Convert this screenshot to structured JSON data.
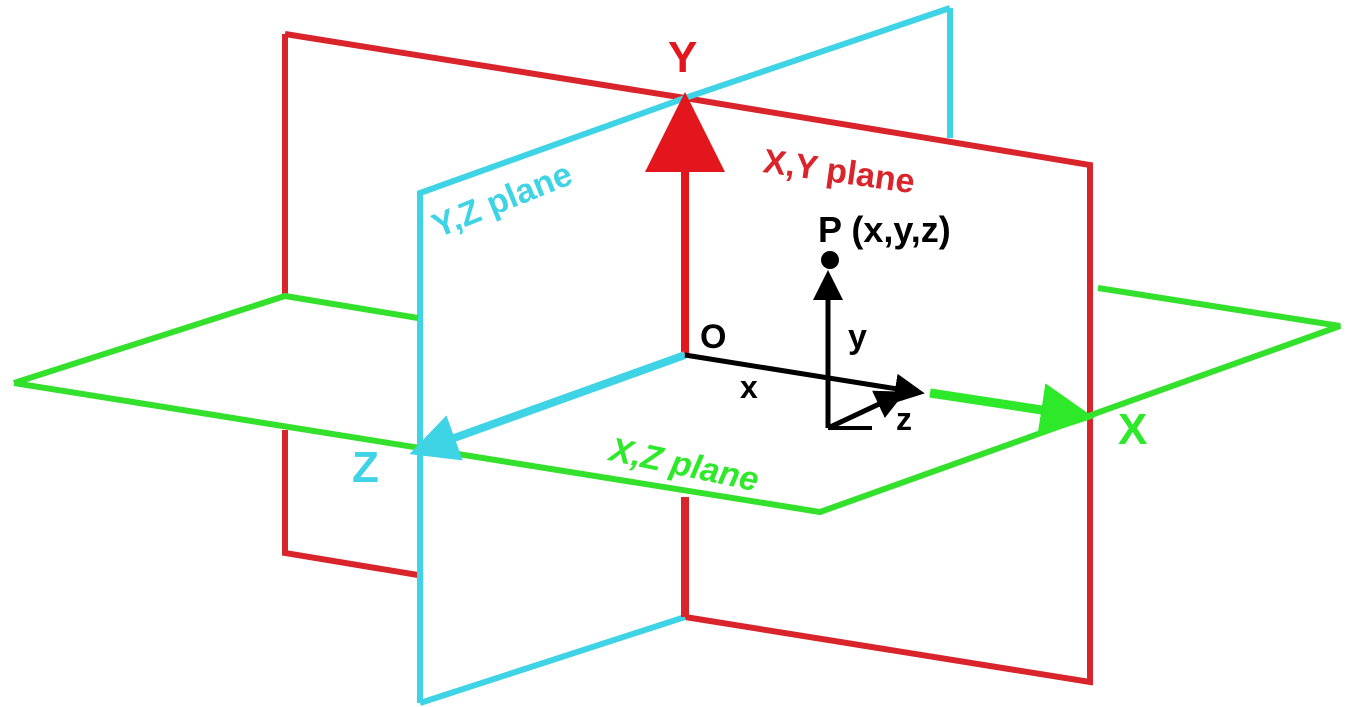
{
  "labels": {
    "y_axis": "Y",
    "x_axis": "X",
    "z_axis": "Z",
    "origin": "O",
    "xy_plane": "X,Y plane",
    "yz_plane": "Y,Z plane",
    "xz_plane": "X,Z plane",
    "point": "P (x,y,z)",
    "x_component": "x",
    "y_component": "y",
    "z_component": "z"
  },
  "colors": {
    "xy_plane": "#d9242b",
    "yz_plane": "#3fd3e6",
    "xz_plane": "#33e02c",
    "vectors": "#000000"
  }
}
